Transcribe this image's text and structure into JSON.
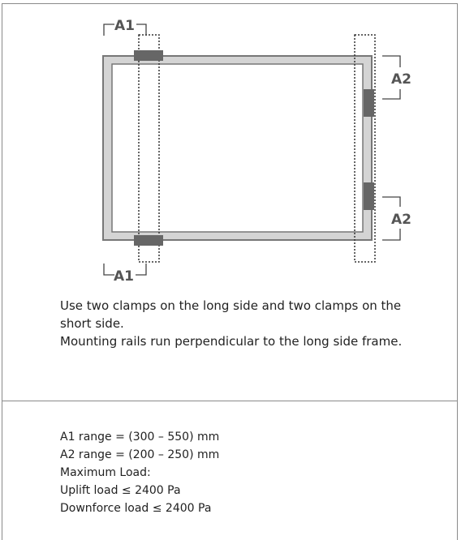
{
  "diagram": {
    "labels": {
      "a1_top": "A1",
      "a1_bottom": "A1",
      "a2_top": "A2",
      "a2_bottom": "A2"
    },
    "colors": {
      "frame_outer": "#777777",
      "frame_fill": "#d4d4d4",
      "clamp": "#666666",
      "rail": "#333333",
      "bracket": "#444444",
      "label": "#555555"
    }
  },
  "description": [
    "Use two clamps on the long side and two clamps on the short side.",
    "Mounting rails run perpendicular to the long side frame."
  ],
  "specs": [
    "A1 range = (300 – 550) mm",
    "A2 range = (200 – 250) mm",
    "Maximum Load:",
    "Uplift load ≤ 2400 Pa",
    "Downforce load ≤ 2400 Pa"
  ]
}
